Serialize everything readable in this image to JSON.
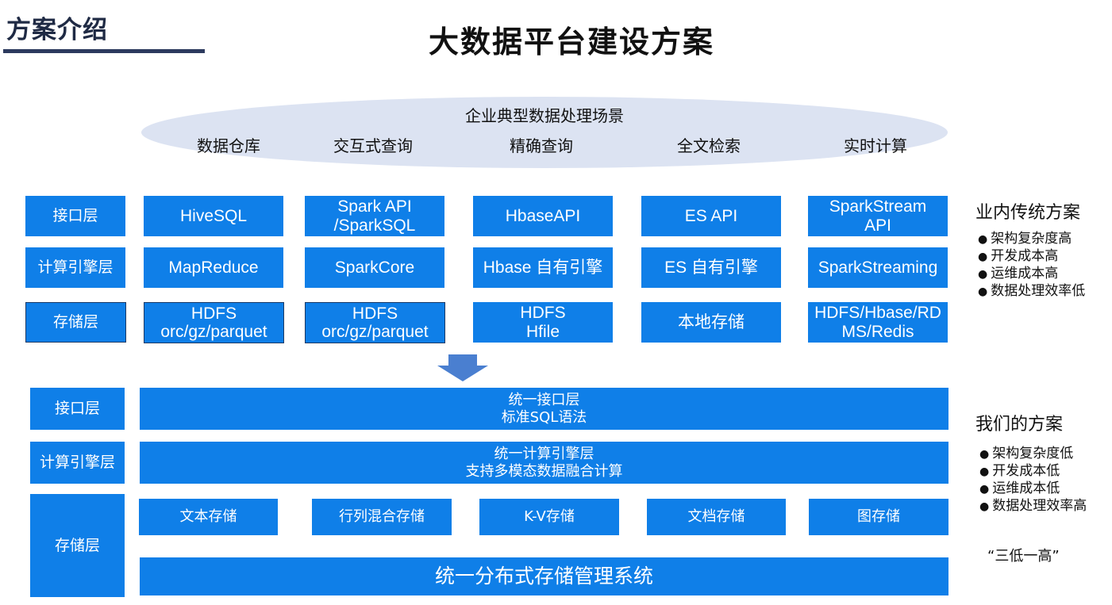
{
  "section_title": "方案介绍",
  "main_title": "大数据平台建设方案",
  "scenarios": {
    "title": "企业典型数据处理场景",
    "items": [
      "数据仓库",
      "交互式查询",
      "精确查询",
      "全文检索",
      "实时计算"
    ]
  },
  "traditional": {
    "layers": [
      "接口层",
      "计算引擎层",
      "存储层"
    ],
    "columns": [
      {
        "api": "HiveSQL",
        "compute": "MapReduce",
        "storage": "HDFS\norc/gz/parquet"
      },
      {
        "api": "Spark API\n/SparkSQL",
        "compute": "SparkCore",
        "storage": "HDFS\norc/gz/parquet"
      },
      {
        "api": "HbaseAPI",
        "compute": "Hbase 自有引擎",
        "storage": "HDFS\nHfile"
      },
      {
        "api": "ES API",
        "compute": "ES 自有引擎",
        "storage": "本地存储"
      },
      {
        "api": "SparkStream\nAPI",
        "compute": "SparkStreaming",
        "storage": "HDFS/Hbase/RD\nMS/Redis"
      }
    ],
    "side_title": "业内传统方案",
    "bullets": [
      "架构复杂度高",
      "开发成本高",
      "运维成本高",
      "数据处理效率低"
    ]
  },
  "ours": {
    "layers": [
      "接口层",
      "计算引擎层",
      "存储层"
    ],
    "interface": "统一接口层\n标准SQL语法",
    "compute": "统一计算引擎层\n支持多模态数据融合计算",
    "storages": [
      "文本存储",
      "行列混合存储",
      "K-V存储",
      "文档存储",
      "图存储"
    ],
    "storage_system": "统一分布式存储管理系统",
    "side_title": "我们的方案",
    "bullets": [
      "架构复杂度低",
      "开发成本低",
      "运维成本低",
      "数据处理效率高"
    ],
    "slogan": "“三低一高”"
  },
  "colors": {
    "box": "#0f7fe8",
    "ellipse": "#dce3f2",
    "arrow": "#4a7fd0"
  }
}
